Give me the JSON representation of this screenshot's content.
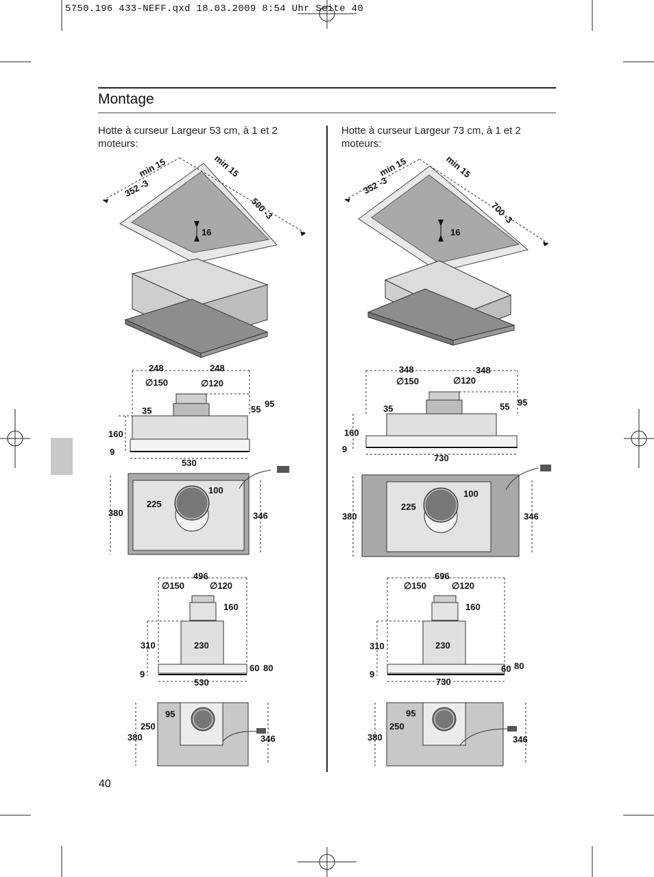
{
  "header": {
    "text": "5750.196 433-NEFF.qxd  18.03.2009  8:54 Uhr  Seite 40"
  },
  "title": "Montage",
  "page_number": "40",
  "left": {
    "caption": "Hotte à curseur Largeur 53 cm, à 1 et 2 moteurs:",
    "ceiling": {
      "min_a": "min 15",
      "min_b": "min 15",
      "depth": "352 -3",
      "width": "500 -3",
      "gap": "16"
    },
    "front": {
      "w1": "248",
      "w2": "248",
      "d1": "∅150",
      "d2": "∅120",
      "h35": "35",
      "h55": "55",
      "h95": "95",
      "h160": "160",
      "h9": "9",
      "w530": "530"
    },
    "top": {
      "d100": "100",
      "d225": "225",
      "h380": "380",
      "h346": "346"
    },
    "front2": {
      "w496": "496",
      "d1": "∅150",
      "d2": "∅120",
      "h160": "160",
      "h310": "310",
      "w230": "230",
      "h60": "60",
      "h80": "80",
      "h9": "9",
      "w530": "530"
    },
    "top2": {
      "d95": "95",
      "h250": "250",
      "h380": "380",
      "h346": "346"
    }
  },
  "right": {
    "caption": "Hotte à curseur Largeur 73 cm, à 1 et 2 moteurs:",
    "ceiling": {
      "min_a": "min 15",
      "min_b": "min 15",
      "depth": "352 -3",
      "width": "700 -3",
      "gap": "16"
    },
    "front": {
      "w1": "348",
      "w2": "348",
      "d1": "∅150",
      "d2": "∅120",
      "h35": "35",
      "h55": "55",
      "h95": "95",
      "h160": "160",
      "h9": "9",
      "w730": "730"
    },
    "top": {
      "d100": "100",
      "d225": "225",
      "h380": "380",
      "h346": "346"
    },
    "front2": {
      "w696": "696",
      "d1": "∅150",
      "d2": "∅120",
      "h160": "160",
      "h310": "310",
      "w230": "230",
      "h60": "60",
      "h80": "80",
      "h9": "9",
      "w730": "730"
    },
    "top2": {
      "d95": "95",
      "h250": "250",
      "h380": "380",
      "h346": "346"
    }
  },
  "colors": {
    "panel_gray": "#c8c8c8",
    "filter_gray": "#a9a9a9",
    "motor_gray": "#7a7a7a",
    "rule": "#222222"
  }
}
